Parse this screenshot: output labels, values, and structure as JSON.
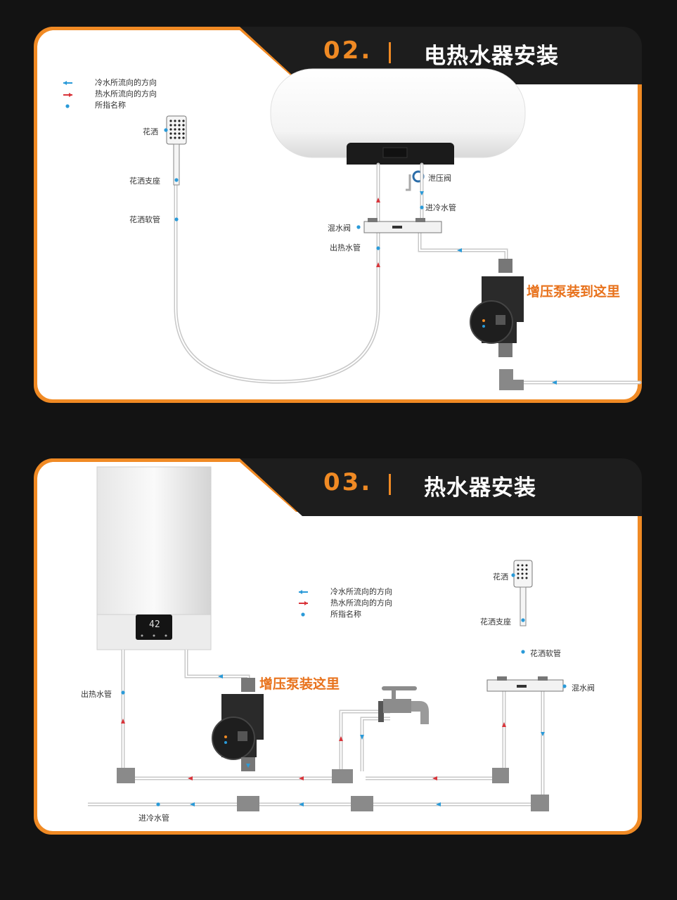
{
  "section2": {
    "number": "02.",
    "title": "电热水器安装",
    "legend": {
      "cold": "冷水所流向的方向",
      "hot": "热水所流向的方向",
      "name": "所指名称"
    },
    "heater_display": "",
    "labels": {
      "shower": "花洒",
      "shower_holder": "花洒支座",
      "shower_hose": "花洒软管",
      "relief_valve": "泄压阀",
      "cold_inlet": "进冷水管",
      "mixing_valve": "混水阀",
      "hot_outlet": "出热水管"
    },
    "pump_callout": "增压泵装到这里"
  },
  "section3": {
    "number": "03.",
    "title": "热水器安装",
    "legend": {
      "cold": "冷水所流向的方向",
      "hot": "热水所流向的方向",
      "name": "所指名称"
    },
    "heater_display": "42",
    "labels": {
      "shower": "花洒",
      "shower_holder": "花洒支座",
      "shower_hose": "花洒软管",
      "mixing_valve": "混水阀",
      "hot_outlet": "出热水管",
      "cold_inlet": "进冷水管"
    },
    "pump_callout": "增压泵装这里"
  },
  "colors": {
    "accent": "#f08a24",
    "cold_arrow": "#2a9ad8",
    "hot_arrow": "#d9343a",
    "background": "#131313"
  }
}
